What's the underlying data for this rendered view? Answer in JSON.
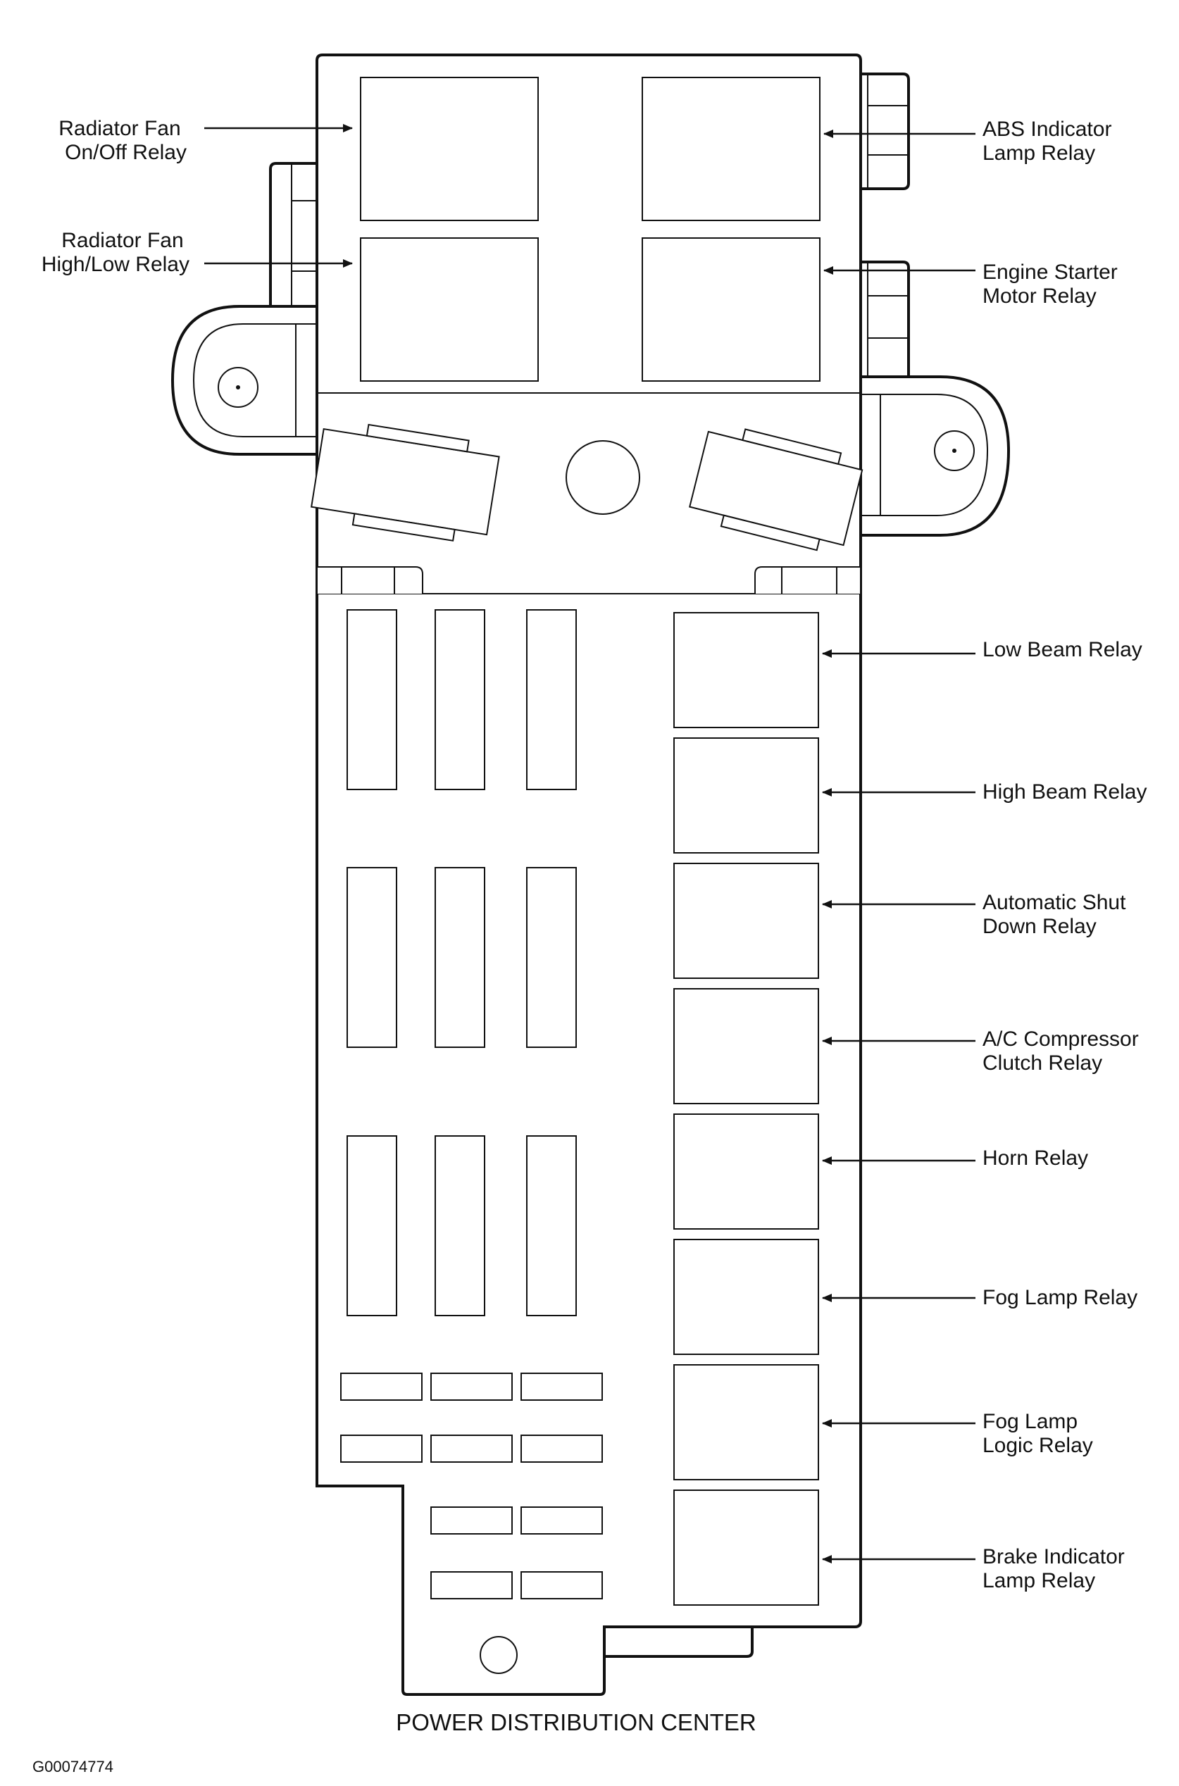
{
  "diagram": {
    "caption": "POWER DISTRIBUTION CENTER",
    "figure_code": "G00074774",
    "left_labels": [
      {
        "id": "radiator-fan-on-off-relay",
        "lines": [
          "Radiator Fan",
          "On/Off Relay"
        ]
      },
      {
        "id": "radiator-fan-high-low-relay",
        "lines": [
          "Radiator Fan",
          "High/Low Relay"
        ]
      }
    ],
    "right_labels": [
      {
        "id": "abs-indicator-lamp-relay",
        "lines": [
          "ABS Indicator",
          "Lamp Relay"
        ]
      },
      {
        "id": "engine-starter-motor-relay",
        "lines": [
          "Engine Starter",
          "Motor Relay"
        ]
      },
      {
        "id": "low-beam-relay",
        "lines": [
          "Low Beam Relay"
        ]
      },
      {
        "id": "high-beam-relay",
        "lines": [
          "High Beam Relay"
        ]
      },
      {
        "id": "automatic-shut-down-relay",
        "lines": [
          "Automatic Shut",
          "Down Relay"
        ]
      },
      {
        "id": "ac-compressor-clutch-relay",
        "lines": [
          "A/C Compressor",
          "Clutch Relay"
        ]
      },
      {
        "id": "horn-relay",
        "lines": [
          "Horn Relay"
        ]
      },
      {
        "id": "fog-lamp-relay",
        "lines": [
          "Fog Lamp Relay"
        ]
      },
      {
        "id": "fog-lamp-logic-relay",
        "lines": [
          "Fog Lamp",
          "Logic Relay"
        ]
      },
      {
        "id": "brake-indicator-lamp-relay",
        "lines": [
          "Brake Indicator",
          "Lamp Relay"
        ]
      }
    ]
  }
}
